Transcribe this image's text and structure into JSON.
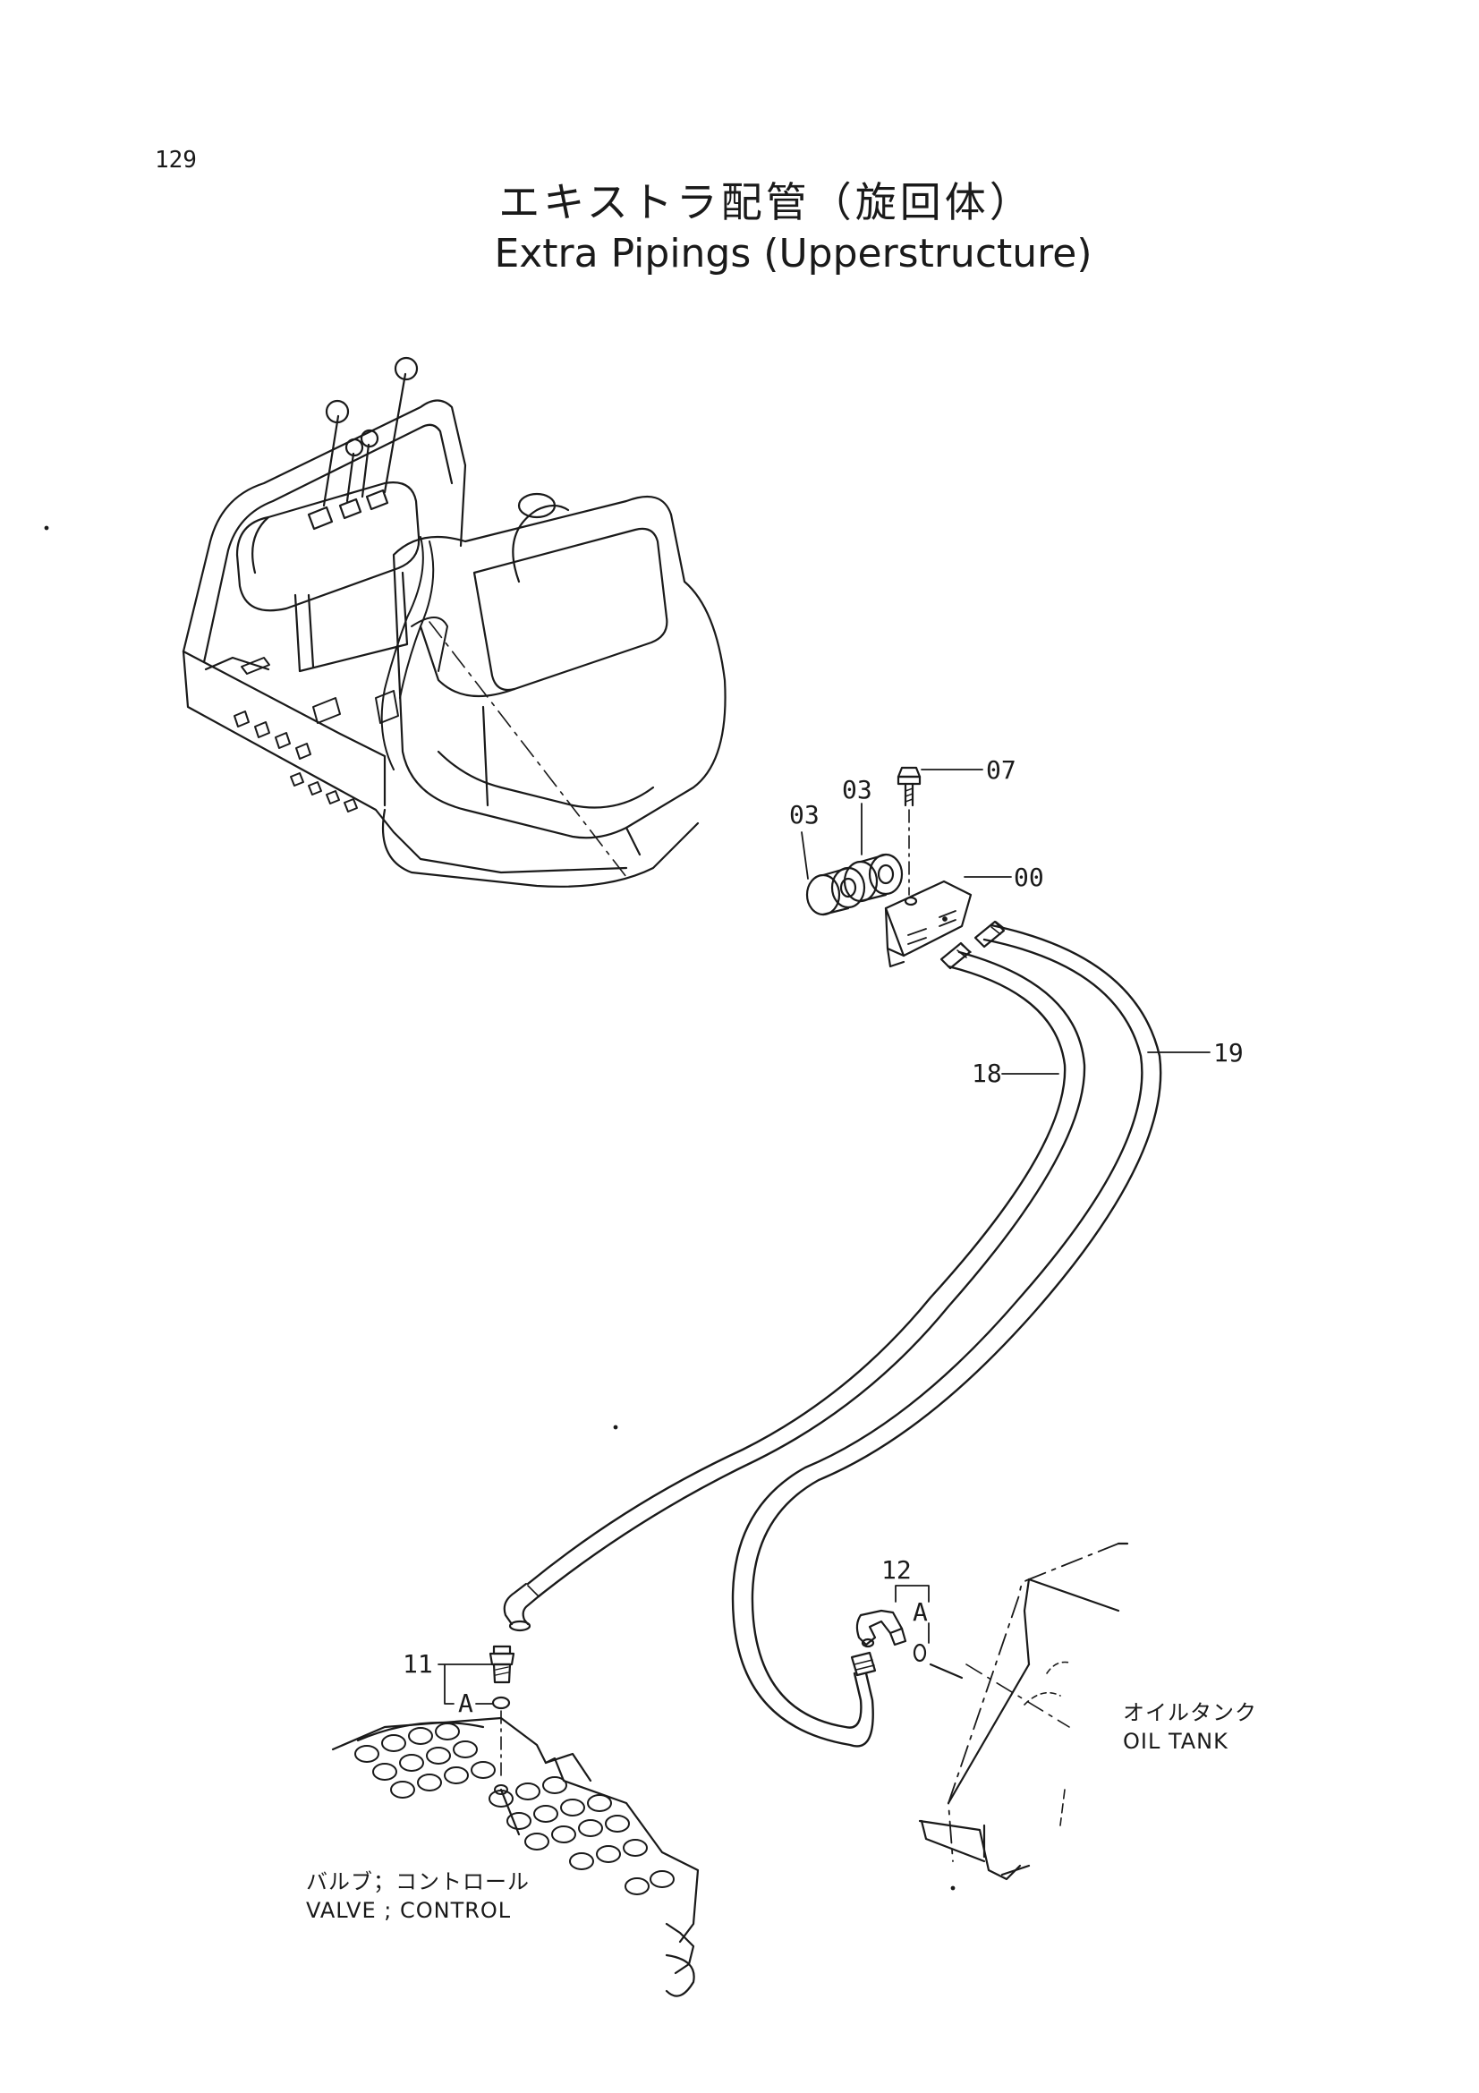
{
  "page": {
    "number": "129"
  },
  "title": {
    "japanese": "エキストラ配管（旋回体）",
    "english": "Extra Pipings (Upperstructure)"
  },
  "callouts": {
    "c07": "07",
    "c03a": "03",
    "c03b": "03",
    "c00": "00",
    "c18": "18",
    "c19": "19",
    "c12": "12",
    "c11": "11",
    "ca_upper": "A",
    "ca_lower": "A"
  },
  "captions": {
    "oil_tank_jp": "オイルタンク",
    "oil_tank_en": "OIL TANK",
    "valve_jp": "バルブ；コントロール",
    "valve_en": "VALVE ; CONTROL"
  }
}
